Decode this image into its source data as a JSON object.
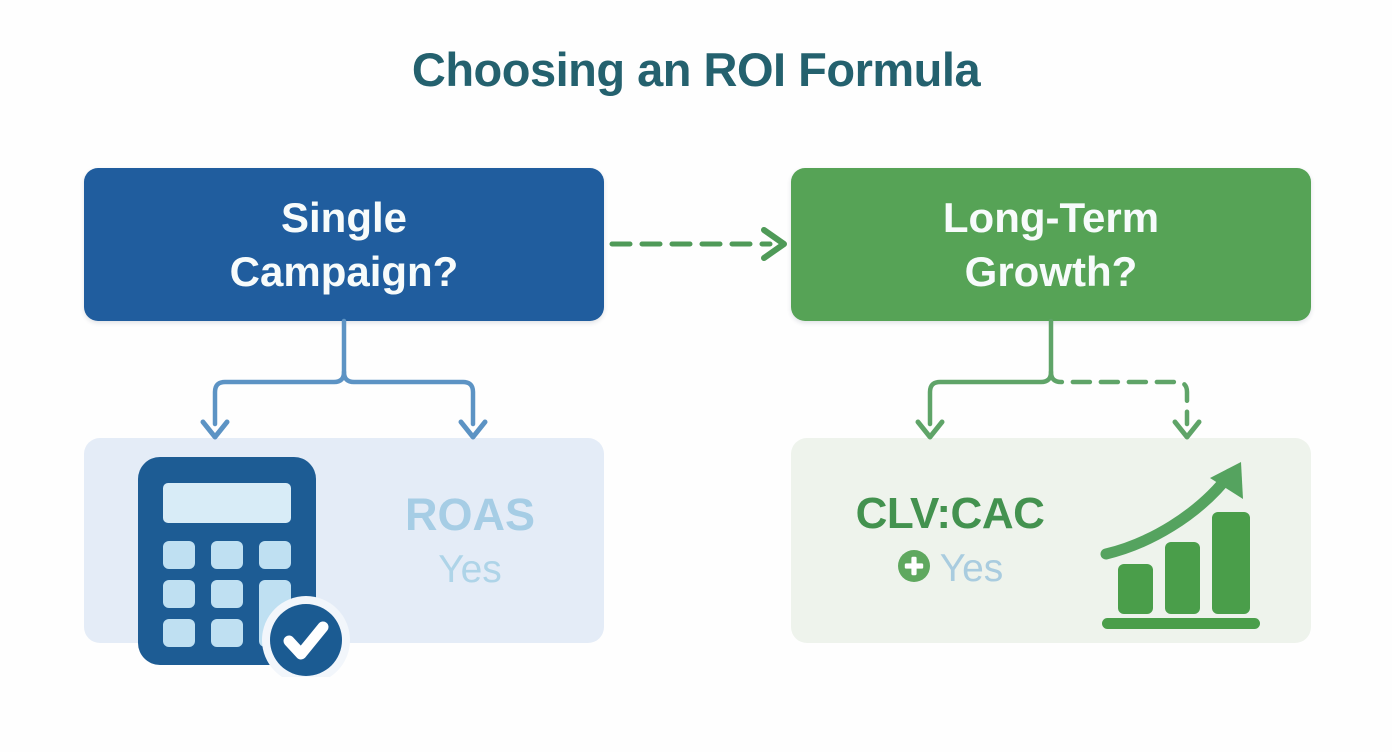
{
  "page": {
    "title": "Choosing an ROI Formula",
    "background_color": "#fefefe",
    "title_color": "#24616e"
  },
  "decision_nodes": [
    {
      "id": "single-campaign",
      "label": "Single\nCampaign?",
      "line1": "Single",
      "line2": "Campaign?",
      "fill_color": "#205d9e",
      "text_color": "#f7fbfb"
    },
    {
      "id": "long-term-growth",
      "label": "Long-Term\nGrowth?",
      "line1": "Long-Term",
      "line2": "Growth?",
      "fill_color": "#56a356",
      "text_color": "#f7fbfb"
    }
  ],
  "connectors": [
    {
      "id": "blue-to-green",
      "style": "dashed",
      "direction": "right",
      "color": "#4f9a58",
      "from": "single-campaign",
      "to": "long-term-growth"
    },
    {
      "id": "blue-fork",
      "style": "solid",
      "color": "#5c93c4",
      "from": "single-campaign",
      "branches": 2
    },
    {
      "id": "green-fork-left",
      "style": "solid",
      "color": "#5fa468",
      "from": "long-term-growth"
    },
    {
      "id": "green-fork-right",
      "style": "dashed",
      "color": "#5fa468",
      "from": "long-term-growth"
    }
  ],
  "result_panels": [
    {
      "id": "roas-panel",
      "background_color": "#e4ecf7",
      "metric": "ROAS",
      "metric_color": "#a6cde5",
      "answer": "Yes",
      "answer_color": "#aed4e8",
      "icon": "calculator-check-icon",
      "icon_colors": {
        "body": "#1d5c94",
        "keys": "#bfe0f2",
        "display": "#d8ecf7",
        "badge": "#1b5b92",
        "check": "#ffffff"
      }
    },
    {
      "id": "clv-cac-panel",
      "background_color": "#eef3ec",
      "metric": "CLV:CAC",
      "metric_color": "#43924f",
      "answer": "Yes",
      "answer_color": "#a9ccdf",
      "answer_badge": "plus-circle-icon",
      "answer_badge_color": "#5fa85f",
      "icon": "growth-bar-chart-icon",
      "icon_colors": {
        "bars": "#4a9e4a",
        "arrow": "#55a35f",
        "baseline": "#4a9e4a"
      },
      "bars": [
        {
          "index": 1,
          "relative_height": 0.42
        },
        {
          "index": 2,
          "relative_height": 0.7
        },
        {
          "index": 3,
          "relative_height": 1.0
        }
      ]
    }
  ]
}
